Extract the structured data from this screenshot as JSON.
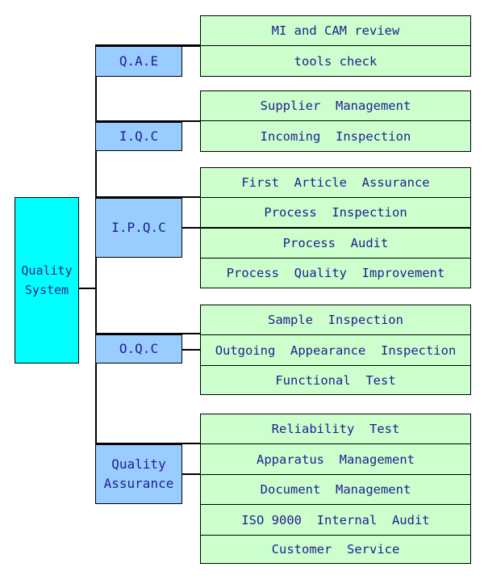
{
  "diagram": {
    "root": "Quality\nSystem",
    "groups": [
      {
        "label": "Q.A.E",
        "items": [
          "MI and CAM review",
          "tools check"
        ]
      },
      {
        "label": "I.Q.C",
        "items": [
          "Supplier  Management",
          "Incoming  Inspection"
        ]
      },
      {
        "label": "I.P.Q.C",
        "items": [
          "First  Article  Assurance",
          "Process  Inspection",
          "Process  Audit",
          "Process  Quality  Improvement"
        ]
      },
      {
        "label": "O.Q.C",
        "items": [
          "Sample  Inspection",
          "Outgoing  Appearance  Inspection",
          "Functional  Test"
        ]
      },
      {
        "label": "Quality\nAssurance",
        "items": [
          "Reliability  Test",
          "Apparatus  Management",
          "Document  Management",
          "ISO 9000  Internal  Audit",
          "Customer  Service"
        ]
      }
    ]
  }
}
